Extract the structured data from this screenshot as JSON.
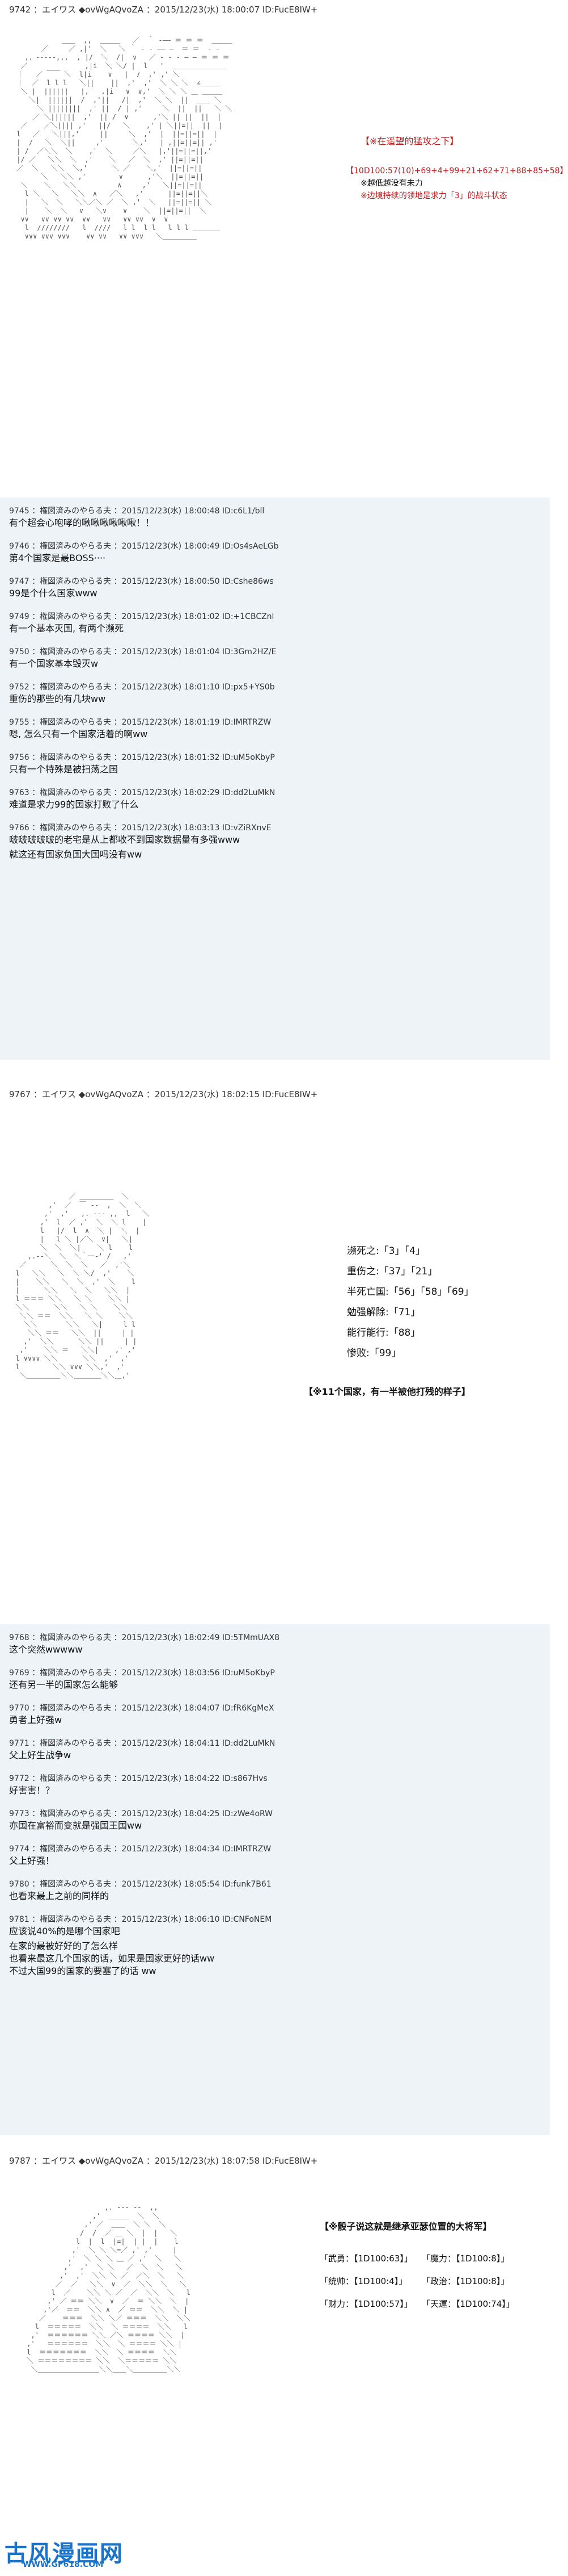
{
  "posts": [
    {
      "header": "9742 ：エイワス ◆ovWgAQvoZA ：2015/12/23(水) 18:00:07 ID:FucE8IW+",
      "captions": [
        {
          "text": "【※在遥望的猛攻之下】",
          "color": "red"
        },
        {
          "text": "【10D100:57(10)+69+4+99+21+62+71+88+85+58】",
          "color": "red"
        },
        {
          "text": "※越低越没有未力",
          "color": "black"
        },
        {
          "text": "※边境持续的领地是求力「3」的战斗状态",
          "color": "red"
        }
      ]
    },
    {
      "header": "9767 ：エイワス ◆ovWgAQvoZA ：2015/12/23(水) 18:02:15 ID:FucE8IW+",
      "stats": [
        "濒死之:「3」「4」",
        "重伤之:「37」「21」",
        "半死亡国:「56」「58」「69」",
        "勉强解除:「71」",
        "能行能行:「88」",
        "惨败:「99」"
      ],
      "captions": [
        {
          "text": "【※11个国家，有一半被他打残的样子】",
          "color": "black"
        }
      ]
    },
    {
      "header": "9787 ：エイワス ◆ovWgAQvoZA ：2015/12/23(水) 18:07:58 ID:FucE8IW+",
      "captions": [
        {
          "text": "【※骰子说这就是继承亚瑟位置的大将军】",
          "color": "black"
        }
      ],
      "stats": [
        "「武勇：【1D100:63】」",
        "「魔力：【1D100:8】」",
        "「统帅：【1D100:4】」",
        "「政治：【1D100:8】」",
        "「财力：【1D100:57】」",
        "「天運：【1D100:74】」"
      ]
    }
  ],
  "replies_a": [
    {
      "head": "9745 ：権図済みのやらる夫 ：2015/12/23(水) 18:00:48 ID:c6L1/bll",
      "body": "有个超会心咆哮的啾啾啾啾啾啾！！"
    },
    {
      "head": "9746 ：権図済みのやらる夫 ：2015/12/23(水) 18:00:49 ID:Os4sAeLGb",
      "body": "第4个国家是最BOSS····"
    },
    {
      "head": "9747 ：権図済みのやらる夫 ：2015/12/23(水) 18:00:50 ID:Cshe86ws",
      "body": "99是个什么国家www"
    },
    {
      "head": "9749 ：権図済みのやらる夫 ：2015/12/23(水) 18:01:02 ID:+1CBCZnl",
      "body": "有一个基本灭国, 有两个濒死"
    },
    {
      "head": "9750 ：権図済みのやらる夫 ：2015/12/23(水) 18:01:04 ID:3Gm2HZ/E",
      "body": "有一个国家基本毁灭w"
    },
    {
      "head": "9752 ：権図済みのやらる夫 ：2015/12/23(水) 18:01:10 ID:px5+YS0b",
      "body": "重伤的那些的有几块ww"
    },
    {
      "head": "9755 ：権図済みのやらる夫 ：2015/12/23(水) 18:01:19 ID:IMRTRZW",
      "body": "嗯, 怎么只有一个国家活着的啊ww"
    },
    {
      "head": "9756 ：権図済みのやらる夫 ：2015/12/23(水) 18:01:32 ID:uM5oKbyP",
      "body": "只有一个特殊是被扫荡之国"
    },
    {
      "head": "9763 ：権図済みのやらる夫 ：2015/12/23(水) 18:02:29 ID:dd2LuMkN",
      "body": "难道是求力99的国家打败了什么"
    },
    {
      "head": "9766 ：権図済みのやらる夫 ：2015/12/23(水) 18:03:13 ID:vZiRXnvE",
      "body": "啵啵啵啵啵的老宅是从上都收不到国家数据量有多强www"
    }
  ],
  "replies_b": [
    {
      "head": "9768 ：権図済みのやらる夫 ：2015/12/23(水) 18:02:49 ID:5TMmUAX8",
      "body": "这个突然wwwww"
    },
    {
      "head": "9769 ：権図済みのやらる夫 ：2015/12/23(水) 18:03:56 ID:uM5oKbyP",
      "body": "还有另一半的国家怎么能够"
    },
    {
      "head": "9770 ：権図済みのやらる夫 ：2015/12/23(水) 18:04:07 ID:fR6KgMeX",
      "body": "勇者上好强w"
    },
    {
      "head": "9771 ：権図済みのやらる夫 ：2015/12/23(水) 18:04:11 ID:dd2LuMkN",
      "body": "父上好生战争w"
    },
    {
      "head": "9772 ：権図済みのやらる夫 ：2015/12/23(水) 18:04:22 ID:s867Hvs",
      "body": "好害害！？"
    },
    {
      "head": "9773 ：権図済みのやらる夫 ：2015/12/23(水) 18:04:25 ID:zWe4oRW",
      "body": "亦国在富裕而变就是强国王国ww"
    },
    {
      "head": "9774 ：権図済みのやらる夫 ：2015/12/23(水) 18:04:34 ID:IMRTRZW",
      "body": "父上好强！"
    },
    {
      "head": "9780 ：権図済みのやらる夫 ：2015/12/23(水) 18:05:54 ID:funk7B61",
      "body": "也看来最上之前的同样的"
    },
    {
      "head": "9781 ：権図済みのやらる夫 ：2015/12/23(水) 18:06:10 ID:CNFoNEM",
      "body": "应该说40%的是哪个国家吧"
    }
  ],
  "extra_lines_a": [
    "就这还有国家负国大国吗没有ww"
  ],
  "extra_lines_b": [
    "在家的最被好好的了怎么样",
    "也看来最这几个国家的话，如果是国家更好的话ww",
    "不过大国99的国家的要塞了的话 ww"
  ],
  "watermark": {
    "title": "古风漫画网",
    "url": "WWW.GF618.COM"
  },
  "aa_art": {
    "art1": [
      "            ＿＿  ,,  ＿＿＿   ／  ｀ ‐―― ＝ ＝ ＝  ＿＿＿",
      "       ／     ／ ,|'  ＼   ＼ ｀ ‐ ‐ ―― ―  ＝ ＝  ‐ ‐",
      "   ,．‐‐‐‐‐,,,  , |/  ＼  /|  ∨   ／ ‐ ‐ ‐ ― ― ＝ ＝ ＝",
      "  ／              ,|i  ＼ ＼/ |  l   '  ＿＿＿＿＿＿＿＿",
      " ｜   ／ ￣￣ ＼  l|i    ∨   |  ﾉ  ,' ,' ＼",
      " ｜  ／  l l l   ＼||    ||  ,'  ,'  ＼ ＼ ＼  ∠＿＿＿",
      "  ＼ |  ||||||   |,   ,|i   ∨  ∨,'  ＼ ＼ ＼ ＿ ＿＿＿",
      "    ＼|  ||||||  /  ,'||   /|  ,'  ＼ ＼  ||  ＿＿ ＼",
      "      ＼ ||||||||  ,' ||  / | ,'     ＼  ||  ||   ＼ ＼",
      "     ／ ＼||||||  ,'  || /  ∨      ,'＼ || ||  ||  |",
      "  ／    ／＼|||| ,'   ||/   ＼    ,' | ＼||=||  ||  |",
      " l   ／   ＼|||,'     ||     ＼  ,'  |  ||=||=||  |",
      " |  /   ＼  ＼||     ,'       ＼,'   | ,||=||=|| ,'",
      " | /  ／＼＼  ＼    ,'  ＼     ／＼   |,'||=||=||,'",
      " |/ ／   ＼＼  ＼  ,'    ＼   ／  ＼  ,' ||=||=||",
      " ／  ＼   ＼＼  ＼,'      ＼ ／    ＼,'  ||=||=||",
      "       ＼   ＼＼ ,'        ∨      ,'＼  ||=||=||",
      "  ＼    ＼   ＼＼          ∧     ,'   ＼||=||=||",
      "   l ＼   ＼   ＼＼  ∧   ／＼   ,'      ||=||=||＼",
      "   |   ＼  ＼   ＼＼／＼ ／  ＼ ,'  ＼   ||=||=|| ＼",
      "   |    ＼  ＼   ∨   ＼∨    ∨    ＼  ||=||=||  ＼",
      "  ∨∨   ∨∨ ∨∨ ∨∨  ∨∨   ∨∨   ∨∨ ∨∨  ∨  ∨",
      "   l  ////////   l  ////   l l  l l   l l l ＿＿＿＿",
      "   ∨∨∨ ∨∨∨ ∨∨∨    ∨∨ ∨∨   ∨∨ ∨∨∨   ＼＿＿＿＿＿"
    ],
    "art2": [
      "              ／ ＿＿＿＿＿  ＼",
      "         ,'  ／  ￣ ‐-  ,  ＼  ＼",
      "        ,'  ,'   ,. ‐‐- ,,  l   ＼",
      "       ,'  l  ／ ,'  ＼  ＼ l    |",
      "       l   |/  l  ∧  ＼ |  ＼  |",
      "       |   l ＼ |／＼  ∨|   ＼|",
      "       ＼  ＼  ＼|    ＼ l    l",
      "    ,.‐‐＼  ＼  ＼｀ー‐' /   ,'",
      "  ／      ＼  ＼  ＼   ／  ,'＼",
      " l   ＼＼   ＼  ＼ ＼/  ,'    ＼",
      " |    ＼＼   ＼  ＼  ,'  ＼    l",
      " |      ＼＼   ＼  ＼   ＼＼  |",
      " l ＝＝＝ ＼＼   ＼ ＼    ＼＼ |",
      " ＼＼      ＼＼   ＼ ＼    ＼＼",
      "  ＼＼ ＝＝  ＼＼   ＼ ＼    ＼＼",
      "   ＼＼       ＼＼   ＼|     l l",
      "    ＼＼ ＝＝   ＼＼  ||     | |",
      "   ,'  ＼＼      ＼＼ ||     | |",
      "  ,'    ＼＼ ＝   ＼＼|    ,' ,'",
      " l ∨∨∨∨ ＼＼      ＼＼  ,'  ,'",
      " l        ＼＼ ∨∨∨ ＼＼,'  ,'",
      "  ＼＿＿＿＿＿＼＼＿＿＿＿＼＼＿,'"
    ],
    "art3": [
      "                    ,. ‐‐‐ ‐-  ,,",
      "                 ,'  ＿＿＿  ＼  ＼",
      "               ,' ／  ＿＿  ＼ ＼  ＼",
      "              /  /  ／ ＿ ＼  |  |   ＼",
      "             l  |  l  |=|  | |  |    l",
      "            ,'  ＼ ＼ ＼=／ ,' ,'     |",
      "           ,'  ＼ ＼ ＼ ＿ ／ ,'  ＼   ＼",
      "          ,'  ,'  ＼ ＼   ／  ＼  ＼   ＼",
      "         ,'  ,'  ＼＼ ＼ ／  ／＼  ＼   ＼",
      "        ／  ／   ＼＼  ∨  ／  ＼＼  ＼   ＼",
      "       l  ／    ＼＼ ＼ ／  ／  ＼＼  ＼   l",
      "      ,' ／ ＝＝ ＼＼  ∨  ／  ＝ ＼＼  ＼  |",
      "     ,'／  ＝＝  ＼＼ ∧  ／ ＝＝  ＼＼  ＼ |",
      "    ／    ＝＝＝  ＼＼ ＼／ ＝＝＝  ＼＼  ＼＼",
      "   l  ＝＝＝＝＝  ＼＼  ＼ ＝＝＝＝  ＼＼   l",
      "  ,'  ＝＝＝＝＝＝ ＼＼ ／＼ ＝＝＝＝ ＼＼  |",
      " ,'   ＝＝＝＝＝＝  ＼＼  ＼ ＝＝＝＝ ＼＼ |",
      " l  ＝＝＝＝＝＝＝  ＼＼  ＼ ＝＝＝＝  ＼＼",
      " ＼ ＝＝＝＝＝＝＝＝ ＼＼  ＼＝＝＝＝＝ ＼＼",
      "  ＼＿＿＿＿＿＿＿＿＿＼＼＿＿＼＿＿＿＿＿＼＼"
    ]
  }
}
